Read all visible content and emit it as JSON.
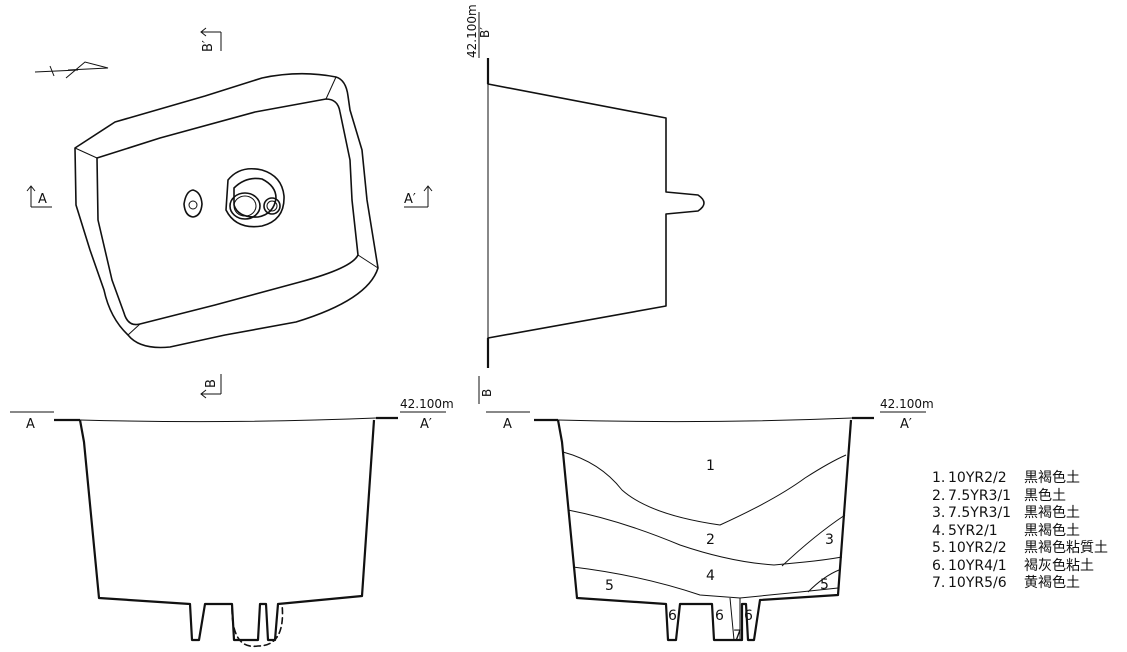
{
  "plan": {
    "marker_A": "A",
    "marker_A_prime": "A′",
    "marker_B_prime": "B′",
    "marker_B": "B"
  },
  "section_bb": {
    "elevation": "42.100m",
    "label": "B′",
    "label_bottom": "B"
  },
  "section_aa_left": {
    "label_left": "A",
    "elevation": "42.100m",
    "label_right": "A′"
  },
  "section_aa_right": {
    "label_left": "A",
    "elevation": "42.100m",
    "label_right": "A′",
    "layer_labels": [
      "1",
      "2",
      "3",
      "4",
      "5",
      "5",
      "6",
      "6",
      "6",
      "7"
    ]
  },
  "legend": [
    {
      "num": "1.",
      "code": "10YR2/2",
      "name": "黒褐色土"
    },
    {
      "num": "2.",
      "code": "7.5YR3/1",
      "name": "黒色土"
    },
    {
      "num": "3.",
      "code": "7.5YR3/1",
      "name": "黒褐色土"
    },
    {
      "num": "4.",
      "code": "5YR2/1",
      "name": "黒褐色土"
    },
    {
      "num": "5.",
      "code": "10YR2/2",
      "name": "黒褐色粘質土"
    },
    {
      "num": "6.",
      "code": "10YR4/1",
      "name": "褐灰色粘土"
    },
    {
      "num": "7.",
      "code": "10YR5/6",
      "name": "黄褐色土"
    }
  ]
}
